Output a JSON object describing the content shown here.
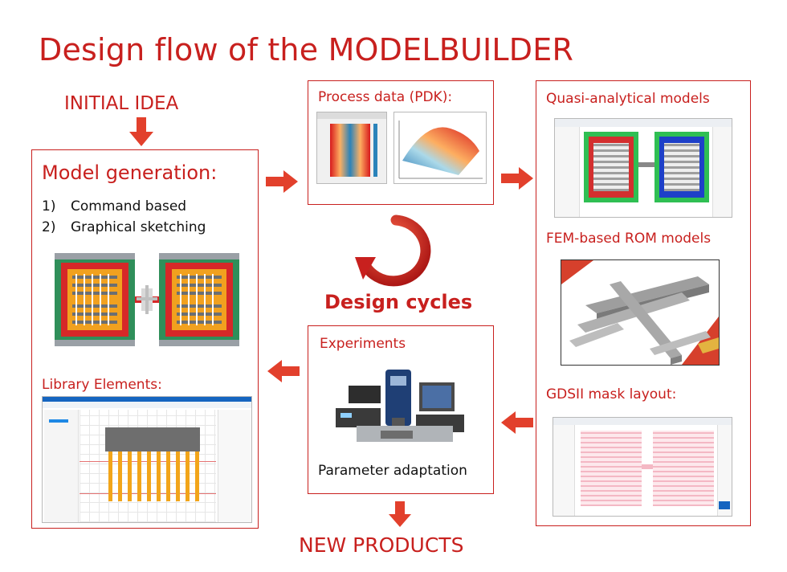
{
  "title": "Design flow of the MODELBUILDER",
  "initial_idea": "INITIAL IDEA",
  "new_products": "NEW PRODUCTS",
  "design_cycles": "Design cycles",
  "model_generation": {
    "title": "Model generation:",
    "items": [
      {
        "num": "1)",
        "label": "Command based"
      },
      {
        "num": "2)",
        "label": "Graphical sketching"
      }
    ],
    "library_title": "Library Elements:"
  },
  "process_data": {
    "title": "Process data (PDK):"
  },
  "experiments": {
    "title": "Experiments",
    "caption": "Parameter adaptation"
  },
  "right_column": {
    "quasi_title": "Quasi-analytical models",
    "fem_title": "FEM-based ROM models",
    "gdsii_title": "GDSII mask layout:"
  },
  "colors": {
    "accent": "#c8201e",
    "arrow": "#e2402c"
  }
}
